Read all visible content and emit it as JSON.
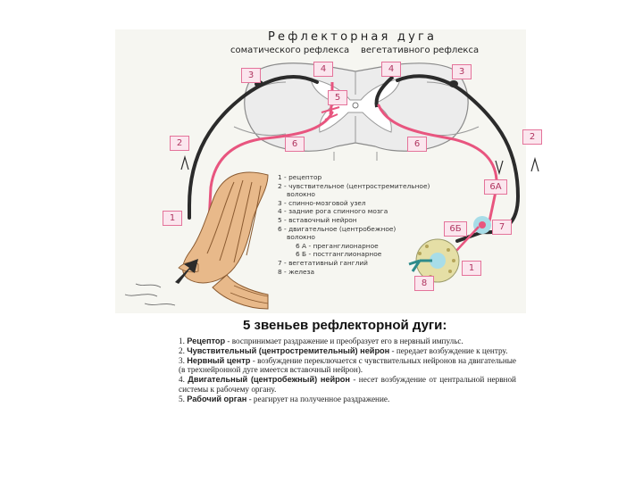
{
  "diagram": {
    "title": "Рефлекторная дуга",
    "subtitle_left": "соматического рефлекса",
    "subtitle_right": "вегетативного рефлекса",
    "markers": {
      "m3_left": "3",
      "m4_left": "4",
      "m5": "5",
      "m4_right": "4",
      "m3_right": "3",
      "m2_left": "2",
      "m6_left": "6",
      "m6_right": "6",
      "m2_right": "2",
      "m6a": "6А",
      "m1_left": "1",
      "m6b": "6Б",
      "m7": "7",
      "m1_right": "1",
      "m8": "8"
    },
    "legend": [
      "1 - рецептор",
      "2 - чувствительное (центростремительное)",
      "волокно",
      "3 - спинно-мозговой узел",
      "4 - задние рога спинного мозга",
      "5 - вставочный нейрон",
      "6 - двигательное (центробежное)",
      "волокно",
      "6 А - преганглионарное",
      "6 Б - постганглионарное",
      "7 - вегетативный ганглий",
      "8 - железа"
    ]
  },
  "links": {
    "heading": "5 звеньев рефлекторной дуги:",
    "items": [
      {
        "num": "1.",
        "term": "Рецептор",
        "text": " - воспринимает раздражение и преобразует его в нервный импульс."
      },
      {
        "num": "2.",
        "term": "Чувствительный (центростремительный) нейрон",
        "text": " - передает возбуждение к центру."
      },
      {
        "num": "3.",
        "term": "Нервный центр",
        "text": " - возбуждение переключается с чувствительных нейронов на двигательные (в трехнейронной дуге имеется вставочный нейрон)."
      },
      {
        "num": "4.",
        "term": "Двигательный (центробежный) нейрон",
        "text": " - несет возбуждение от центральной нервной системы к рабочему органу."
      },
      {
        "num": "5.",
        "term": "Рабочий орган",
        "text": " - реагирует на полученное раздражение."
      }
    ]
  },
  "colors": {
    "sensory_fiber": "#2b2b2b",
    "motor_fiber": "#e8557f",
    "marker_border": "#e4739a",
    "marker_fill": "#fbe6ee",
    "ganglion": "#a8dde8",
    "gland": "#e5dfa6",
    "muscle": "#d9a978"
  }
}
